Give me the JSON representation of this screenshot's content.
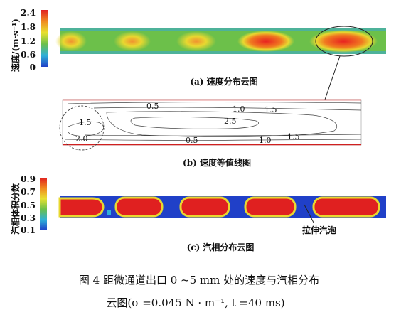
{
  "panel_a": {
    "caption": "(a) 速度分布云图",
    "colorbar_title": "速度/(m·s⁻¹)",
    "colorbar_ticks": [
      "2.4",
      "1.8",
      "1.2",
      "0.6",
      "0"
    ]
  },
  "panel_b": {
    "caption": "(b) 速度等值线图",
    "contour_labels": [
      "0.5",
      "1.0",
      "1.5",
      "2.5",
      "1.5",
      "2.0",
      "0.5",
      "1.0",
      "1.5"
    ]
  },
  "panel_c": {
    "caption": "(c) 汽相分布云图",
    "colorbar_title": "汽相体积分数",
    "colorbar_ticks": [
      "0.9",
      "0.7",
      "0.5",
      "0.3",
      "0.1"
    ],
    "annotation": "拉伸汽泡"
  },
  "figure_caption": {
    "line1": "图 4   距微通道出口 0 ~5 mm 处的速度与汽相分布",
    "line2": "云图(σ =0.045  N · m⁻¹, t =40  ms)"
  },
  "colors": {
    "low": "#2040c8",
    "mid": "#6cc04a",
    "high": "#e02020"
  }
}
